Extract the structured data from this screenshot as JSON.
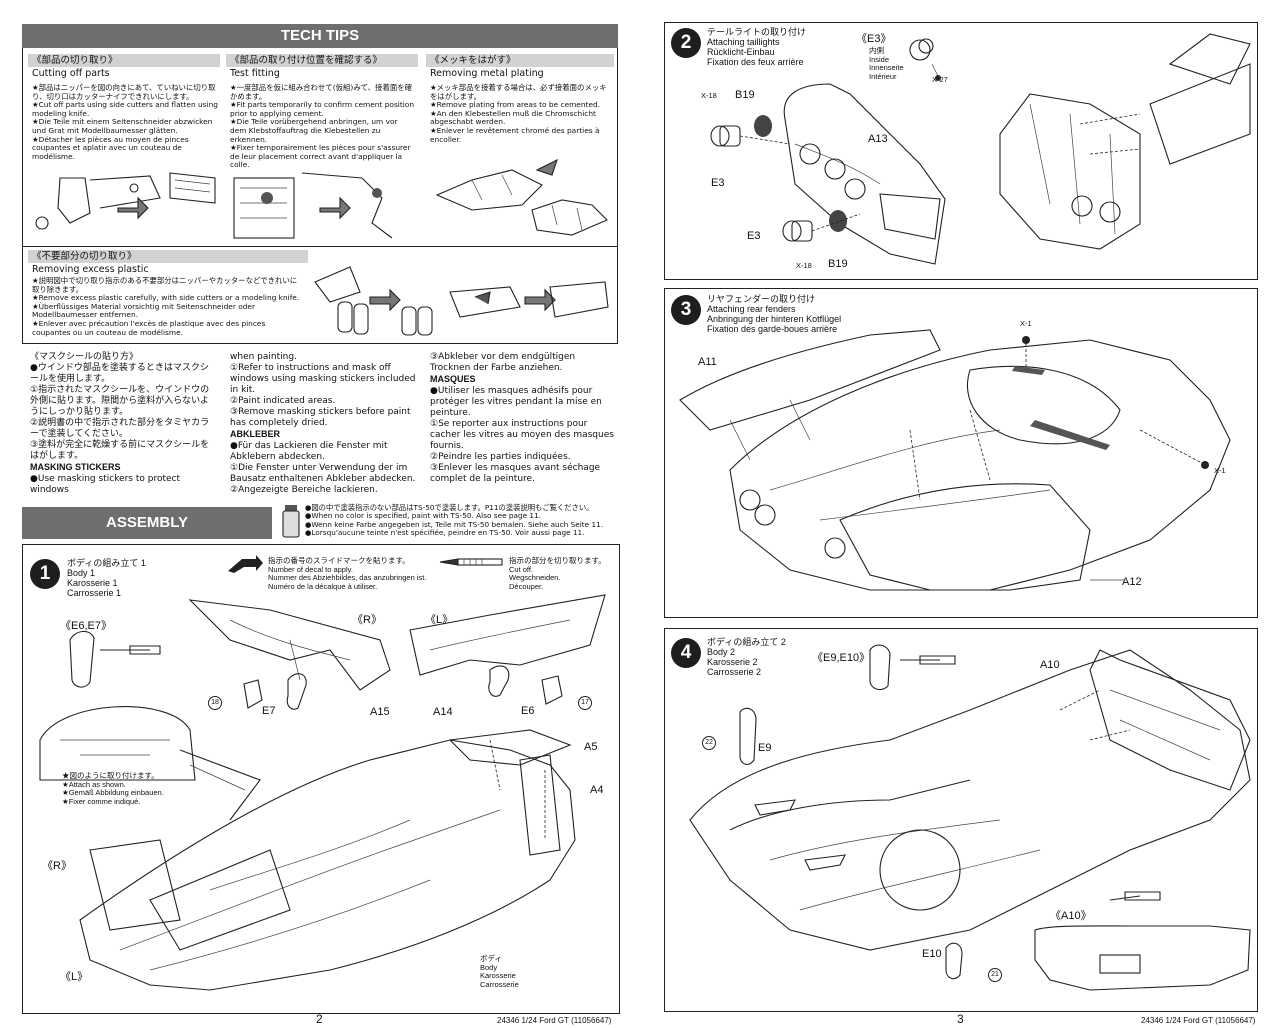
{
  "left_page": {
    "tech_tips": {
      "title": "TECH TIPS",
      "cutting": {
        "jp": "《部品の切り取り》",
        "en": "Cutting off parts",
        "body": "★部品はニッパーを図の向きにあて、ていねいに切り取り、切り口はカッターナイフできれいにします。\n★Cut off parts using side cutters and flatten using modeling knife.\n★Die Teile mit einem Seitenschneider abzwicken und Grat mit Modellbaumesser glätten.\n★Détacher les pièces au moyen de pinces coupantes et aplatir avec un couteau de modélisme."
      },
      "fitting": {
        "jp": "《部品の取り付け位置を確認する》",
        "en": "Test fitting",
        "body": "★一度部品を仮に組み合わせて(仮組)みて、接着面を確かめます。\n★Fit parts temporarily to confirm cement position prior to applying cement.\n★Die Teile vorübergehend anbringen, um vor dem Klebstoffauftrag die Klebestellen zu erkennen.\n★Fixer temporairement les pièces pour s'assurer de leur placement correct avant d'appliquer la colle."
      },
      "plating": {
        "jp": "《メッキをはがす》",
        "en": "Removing metal plating",
        "body": "★メッキ部品を接着する場合は、必ず接着面のメッキをはがします。\n★Remove plating from areas to be cemented.\n★An den Klebestellen muß die Chromschicht abgeschabt werden.\n★Enlever le revêtement chromé des parties à encoller."
      },
      "excess": {
        "jp": "《不要部分の切り取り》",
        "en": "Removing excess plastic",
        "body": "★説明図中で切り取り指示のある不要部分はニッパーやカッターなどできれいに取り除きます。\n★Remove excess plastic carefully, with side cutters or a modeling knife.\n★Überflüssiges Material vorsichtig mit Seitenschneider oder Modellbaumesser entfernen.\n★Enlever avec précaution l'excès de plastique avec des pinces coupantes ou un couteau de modélisme."
      }
    },
    "masking": {
      "col1": "《マスクシールの貼り方》\n●ウインドウ部品を塗装するときはマスクシールを使用します。\n①指示されたマスクシールを、ウインドウの外側に貼ります。隙間から塗料が入らないようにしっかり貼ります。\n②説明書の中で指示された部分をタミヤカラーで塗装してください。\n③塗料が完全に乾燥する前にマスクシールをはがします。",
      "col1_head": "MASKING STICKERS",
      "col1_tail": "●Use masking stickers to protect windows",
      "col2": "when painting.\n①Refer to instructions and mask off windows using masking stickers included in kit.\n②Paint indicated areas.\n③Remove masking stickers before paint has completely dried.",
      "col2_head": "ABKLEBER",
      "col2_tail": "●Für das Lackieren die Fenster mit Abklebern abdecken.\n①Die Fenster unter Verwendung der im Bausatz enthaltenen Abkleber abdecken.\n②Angezeigte Bereiche lackieren.",
      "col3": "③Abkleber vor dem endgültigen Trocknen der Farbe anziehen.",
      "col3_head": "MASQUES",
      "col3_tail": "●Utiliser les masques adhésifs pour protéger les vitres pendant la mise en peinture.\n①Se reporter aux instructions pour cacher les vitres au moyen des masques fournis.\n②Peindre les parties indiquées.\n③Enlever les masques avant séchage complet de la peinture."
    },
    "assembly": {
      "title": "ASSEMBLY"
    },
    "paint_note": "●図の中で塗装指示のない部品はTS-50で塗装します。P11の塗装説明もご覧ください。\n●When no color is specified, paint with TS-50. Also see page 11.\n●Wenn keine Farbe angegeben ist, Teile mit TS-50 bemalen. Siehe auch Seite 11.\n●Lorsqu'aucune teinte n'est spécifiée, peindre en TS-50. Voir aussi page 11.",
    "step1": {
      "num": "1",
      "title": "ボディの組み立て 1\nBody 1\nKarosserie 1\nCarrosserie 1",
      "decal_legend": "指示の番号のスライドマークを貼ります。\nNumber of decal to apply.\nNummer des Abziehbildes, das anzubringen ist.\nNuméro de la décalque à utiliser.",
      "cut_legend": "指示の部分を切り取ります。\nCut off.\nWegschneiden.\nDécouper.",
      "attach_note": "★図のように取り付けます。\n★Attach as shown.\n★Gemäß Abbildung einbauen.\n★Fixer comme indiqué.",
      "body_label": "ボディ\nBody\nKarosserie\nCarrosserie",
      "labels": {
        "e6e7": "《E6,E7》",
        "r1": "《R》",
        "l1": "《L》",
        "r2": "《R》",
        "l2": "《L》",
        "e7": "E7",
        "e6": "E6",
        "a15": "A15",
        "a14": "A14",
        "a5": "A5",
        "a4": "A4",
        "d18": "18",
        "d17": "17"
      }
    },
    "page_num": "2",
    "footer": "24346  1/24 Ford GT (11056647)"
  },
  "right_page": {
    "step2": {
      "num": "2",
      "title": "テールライトの取り付け\nAttaching taillights\nRücklicht-Einbau\nFixation des feux arrière",
      "e3_box": "《E3》",
      "e3_note": "内側\nInside\nInnenseite\nIntérieur",
      "x27": "X-27",
      "labels": {
        "x18a": "X-18",
        "b19a": "B19",
        "e3a": "E3",
        "a13": "A13",
        "e3b": "E3",
        "x18b": "X-18",
        "b19b": "B19"
      }
    },
    "step3": {
      "num": "3",
      "title": "リヤフェンダーの取り付け\nAttaching rear fenders\nAnbringung der hinteren Kotflügel\nFixation des garde-boues arrière",
      "labels": {
        "x1a": "X-1",
        "a11": "A11",
        "x1b": "X-1",
        "a12": "A12"
      }
    },
    "step4": {
      "num": "4",
      "title": "ボディの組み立て 2\nBody 2\nKarosserie 2\nCarrosserie 2",
      "labels": {
        "e9e10": "《E9,E10》",
        "a10": "A10",
        "d22": "22",
        "e9": "E9",
        "e10": "E10",
        "d21": "21",
        "a10b": "《A10》"
      }
    },
    "page_num": "3",
    "footer": "24346  1/24 Ford GT (11056647)"
  }
}
